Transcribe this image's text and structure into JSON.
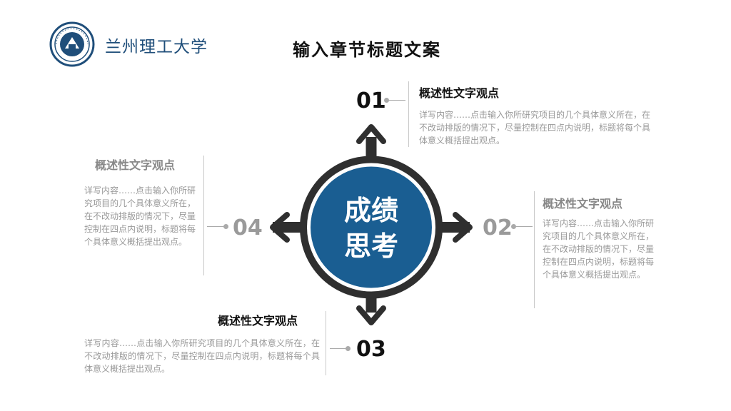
{
  "header": {
    "school_name": "兰州理工大学",
    "title": "输入章节标题文案"
  },
  "center": {
    "line1": "成绩",
    "line2": "思考",
    "colors": {
      "ring": "#2f2f2f",
      "circle": "#1a5e92",
      "text": "#ffffff"
    }
  },
  "items": [
    {
      "number": "01",
      "heading": "概述性文字观点",
      "body": "详写内容……点击输入你所研究项目的几个具体意义所在，在不改动排版的情况下，尽量控制在四点内说明，标题将每个具体意义概括提出观点。"
    },
    {
      "number": "02",
      "heading": "概述性文字观点",
      "body": "详写内容……点击输入你所研究项目的几个具体意义所在，在不改动排版的情况下，尽量控制在四点内说明，标题将每个具体意义概括提出观点。"
    },
    {
      "number": "03",
      "heading": "概述性文字观点",
      "body": "详写内容……点击输入你所研究项目的几个具体意义所在，在不改动排版的情况下，尽量控制在四点内说明，标题将每个具体意义概括提出观点。"
    },
    {
      "number": "04",
      "heading": "概述性文字观点",
      "body": "详写内容……点击输入你所研究项目的几个具体意义所在，在不改动排版的情况下，尽量控制在四点内说明，标题将每个具体意义概括提出观点。"
    }
  ]
}
